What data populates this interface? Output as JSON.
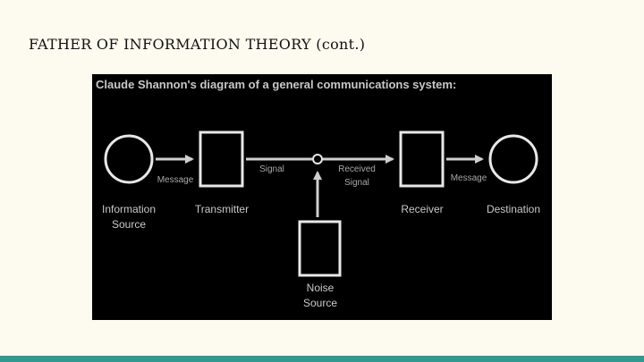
{
  "slide": {
    "title": "FATHER OF INFORMATION THEORY (cont.)"
  },
  "diagram": {
    "heading": "Claude Shannon's diagram of a general communications system:",
    "nodes": {
      "information_source": "Information\nSource",
      "transmitter": "Transmitter",
      "receiver": "Receiver",
      "destination": "Destination",
      "noise_source": "Noise\nSource"
    },
    "edges": {
      "message_in": "Message",
      "signal": "Signal",
      "received_signal": "Received\nSignal",
      "message_out": "Message"
    }
  },
  "colors": {
    "background": "#fdfbf0",
    "diagram_background": "#000000",
    "accent_bar": "#2f9a8e"
  }
}
